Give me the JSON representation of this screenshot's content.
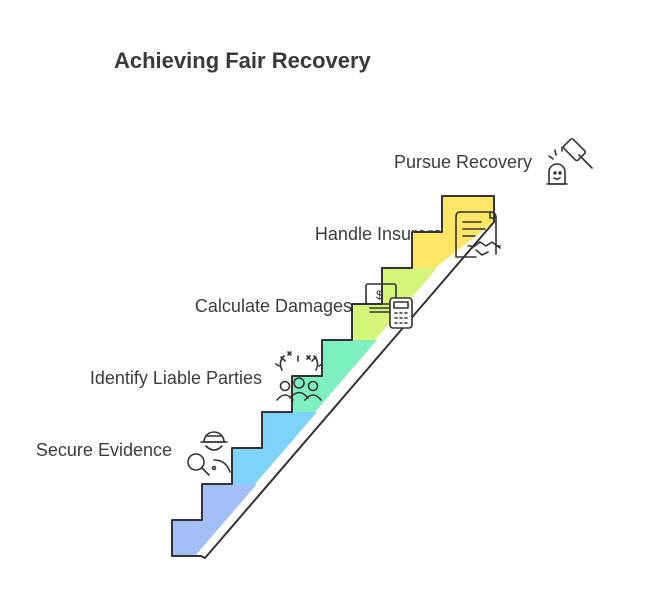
{
  "title": "Achieving Fair Recovery",
  "steps": [
    {
      "label": "Secure Evidence",
      "color": "#a3bffa",
      "icon": "detective-magnifier-icon"
    },
    {
      "label": "Identify Liable Parties",
      "color": "#7dd3fc",
      "icon": "group-people-icon"
    },
    {
      "label": "Calculate Damages",
      "color": "#7ef0c0",
      "icon": "money-calculator-icon"
    },
    {
      "label": "Handle Insurers",
      "color": "#d4f47a",
      "icon": "contract-handshake-icon"
    },
    {
      "label": "Pursue Recovery",
      "color": "#fde566",
      "icon": "gavel-icon"
    }
  ],
  "stroke_color": "#333333"
}
